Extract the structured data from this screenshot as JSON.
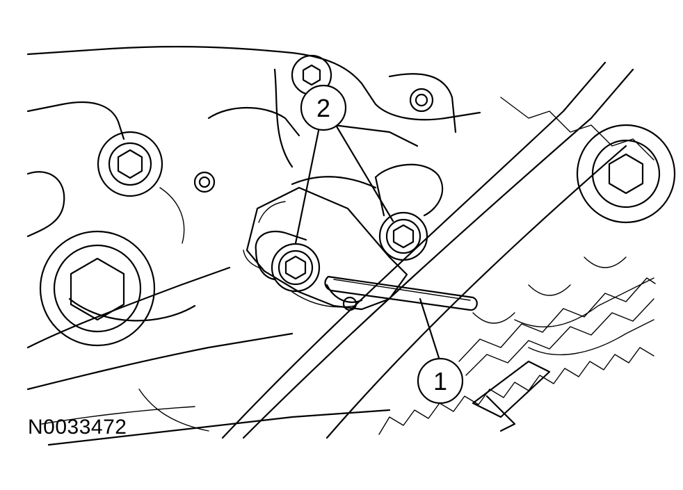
{
  "figure_id": "N0033472",
  "callouts": [
    {
      "label": "1",
      "part": "tensioner-lock-pin"
    },
    {
      "label": "2",
      "part": "tensioner-bolts"
    }
  ],
  "colors": {
    "line": "#000000",
    "background": "#ffffff"
  }
}
